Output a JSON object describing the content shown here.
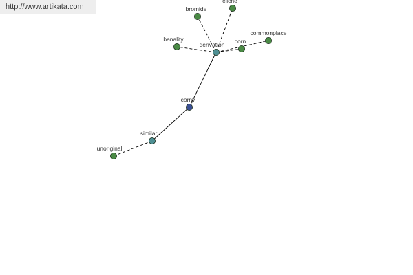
{
  "site": {
    "url_text": "http://www.artikata.com"
  },
  "colors": {
    "center_node": "#3b4f93",
    "hub_node": "#4e8f93",
    "leaf_node": "#4a8a45",
    "node_stroke": "#1e2f1e",
    "edge": "#000000"
  },
  "graph": {
    "nodes": [
      {
        "id": "corny",
        "label": "corny",
        "kind": "center"
      },
      {
        "id": "similar",
        "label": "similar",
        "kind": "hub"
      },
      {
        "id": "derivation",
        "label": "derivation",
        "kind": "hub"
      },
      {
        "id": "unoriginal",
        "label": "unoriginal",
        "kind": "leaf"
      },
      {
        "id": "banality",
        "label": "banality",
        "kind": "leaf"
      },
      {
        "id": "bromide",
        "label": "bromide",
        "kind": "leaf"
      },
      {
        "id": "cliche",
        "label": "cliche",
        "kind": "leaf"
      },
      {
        "id": "corn",
        "label": "corn",
        "kind": "leaf"
      },
      {
        "id": "commonplace",
        "label": "commonplace",
        "kind": "leaf"
      }
    ],
    "edges": [
      {
        "from": "corny",
        "to": "derivation",
        "style": "solid"
      },
      {
        "from": "corny",
        "to": "similar",
        "style": "solid"
      },
      {
        "from": "similar",
        "to": "unoriginal",
        "style": "dashed"
      },
      {
        "from": "derivation",
        "to": "banality",
        "style": "dashed"
      },
      {
        "from": "derivation",
        "to": "bromide",
        "style": "dashed"
      },
      {
        "from": "derivation",
        "to": "cliche",
        "style": "dashed"
      },
      {
        "from": "derivation",
        "to": "corn",
        "style": "dashed"
      },
      {
        "from": "derivation",
        "to": "commonplace",
        "style": "dashed"
      }
    ]
  }
}
